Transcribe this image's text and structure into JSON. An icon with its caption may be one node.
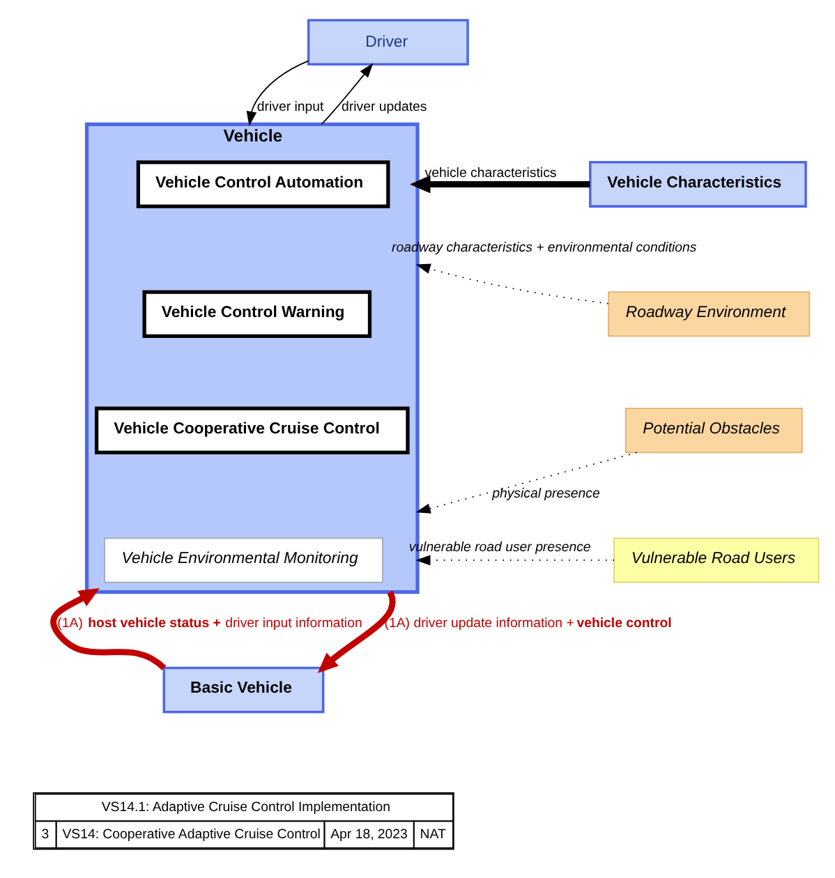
{
  "diagram": {
    "nodes": [
      {
        "text": [
          "Driver"
        ]
      },
      {
        "text": [
          "Vehicle"
        ]
      },
      {
        "text": [
          "Vehicle Control Automation"
        ],
        "in": 1
      },
      {
        "text": [
          "Vehicle Control Warning"
        ],
        "in": 1
      },
      {
        "text": [
          "Vehicle Cooperative Cruise Control"
        ],
        "in": 1
      },
      {
        "text": [
          "Vehicle Environmental Monitoring"
        ],
        "in": 1
      },
      {
        "text": [
          "Vehicle Characteristics"
        ]
      },
      {
        "text": [
          "Roadway Environment"
        ]
      },
      {
        "text": [
          "Potential Obstacles"
        ]
      },
      {
        "text": [
          "Vulnerable Road Users"
        ]
      },
      {
        "text": [
          "Basic Vehicle"
        ]
      }
    ],
    "edges": [
      {
        "from": 0,
        "to": 1,
        "arrow": "to",
        "label": "driver input"
      },
      {
        "from": 1,
        "to": 0,
        "arrow": "to",
        "label": "driver updates"
      },
      {
        "from": 6,
        "to": 1,
        "arrow": "to",
        "label": "vehicle characteristics",
        "style": "thick"
      },
      {
        "from": 7,
        "to": 1,
        "arrow": "to",
        "label": "roadway characteristics + environmental conditions",
        "style": "dashed"
      },
      {
        "from": 8,
        "to": 1,
        "arrow": "to",
        "label": "physical presence",
        "style": "dashed"
      },
      {
        "from": 9,
        "to": 1,
        "arrow": "to",
        "label": "vulnerable road user presence",
        "style": "dashed"
      },
      {
        "from": 10,
        "to": 1,
        "arrow": "to",
        "label": "(1A) **host vehicle status +** driver input information",
        "style": "thick",
        "color": "#c00000"
      },
      {
        "from": 1,
        "to": 10,
        "arrow": "to",
        "label": "(1A) driver update information + **vehicle control**",
        "style": "thick",
        "color": "#c00000"
      }
    ],
    "labels": [
      "VS14.1: Adaptive Cruise Control Implementation",
      "3",
      "VS14: Cooperative Adaptive Cruise Control",
      "Apr 18, 2023",
      "NAT"
    ]
  }
}
